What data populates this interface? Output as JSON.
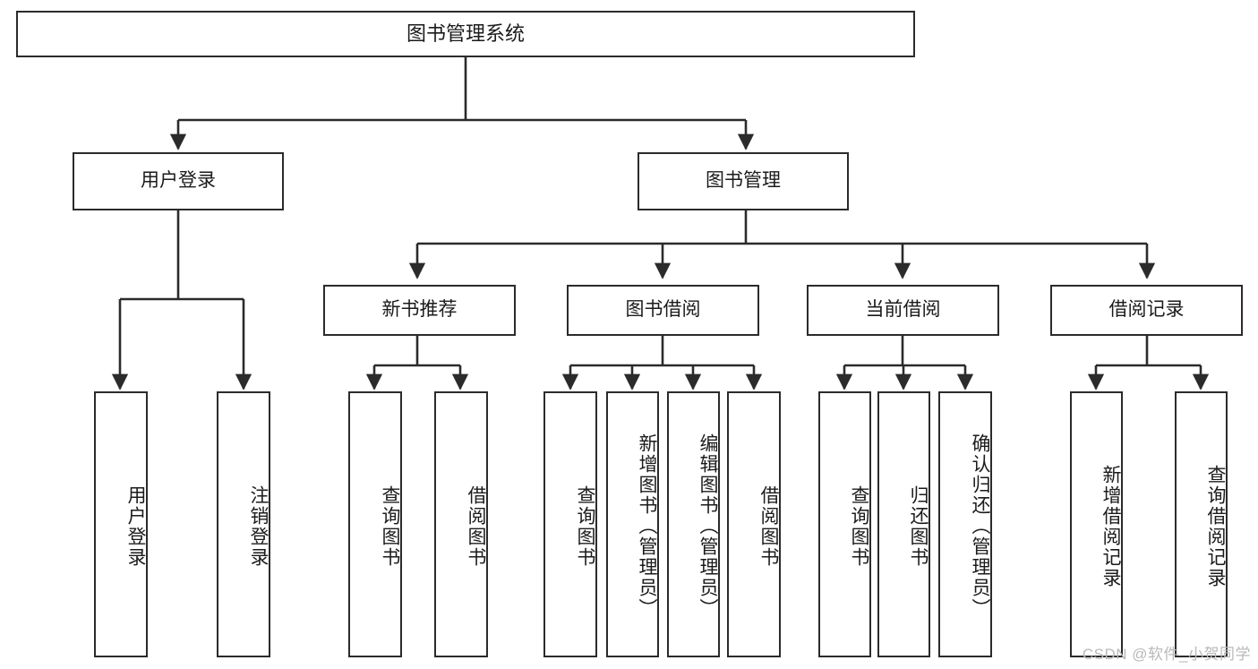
{
  "diagram": {
    "type": "tree-hierarchy",
    "title": "图书管理系统",
    "watermark": "CSDN @软件_小贺同学",
    "colors": {
      "node_border": "#2b2b2b",
      "node_fill": "#ffffff",
      "edge": "#2b2b2b",
      "text": "#1b1b1b",
      "watermark": "#b9b9b9",
      "background": "#ffffff"
    },
    "nodes": {
      "root": {
        "label": "图书管理系统"
      },
      "level2": [
        {
          "id": "user-login",
          "label": "用户登录"
        },
        {
          "id": "book-management",
          "label": "图书管理"
        }
      ],
      "level3": [
        {
          "id": "new-book-recommend",
          "label": "新书推荐"
        },
        {
          "id": "book-borrow",
          "label": "图书借阅"
        },
        {
          "id": "current-borrow",
          "label": "当前借阅"
        },
        {
          "id": "borrow-record",
          "label": "借阅记录"
        }
      ],
      "leaves": {
        "user-login": [
          {
            "id": "leaf-user-login",
            "label": "用户登录"
          },
          {
            "id": "leaf-logout-login",
            "label": "注销登录"
          }
        ],
        "new-book-recommend": [
          {
            "id": "leaf-query-book-1",
            "label": "查询图书"
          },
          {
            "id": "leaf-borrow-book-1",
            "label": "借阅图书"
          }
        ],
        "book-borrow": [
          {
            "id": "leaf-query-book-2",
            "label": "查询图书"
          },
          {
            "id": "leaf-add-book",
            "label": "新增图书（管理员）"
          },
          {
            "id": "leaf-edit-book",
            "label": "编辑图书（管理员）"
          },
          {
            "id": "leaf-borrow-book-2",
            "label": "借阅图书"
          }
        ],
        "current-borrow": [
          {
            "id": "leaf-query-book-3",
            "label": "查询图书"
          },
          {
            "id": "leaf-return-book",
            "label": "归还图书"
          },
          {
            "id": "leaf-confirm-return",
            "label": "确认归还（管理员）"
          }
        ],
        "borrow-record": [
          {
            "id": "leaf-add-record",
            "label": "新增借阅记录"
          },
          {
            "id": "leaf-query-record",
            "label": "查询借阅记录"
          }
        ]
      }
    }
  }
}
